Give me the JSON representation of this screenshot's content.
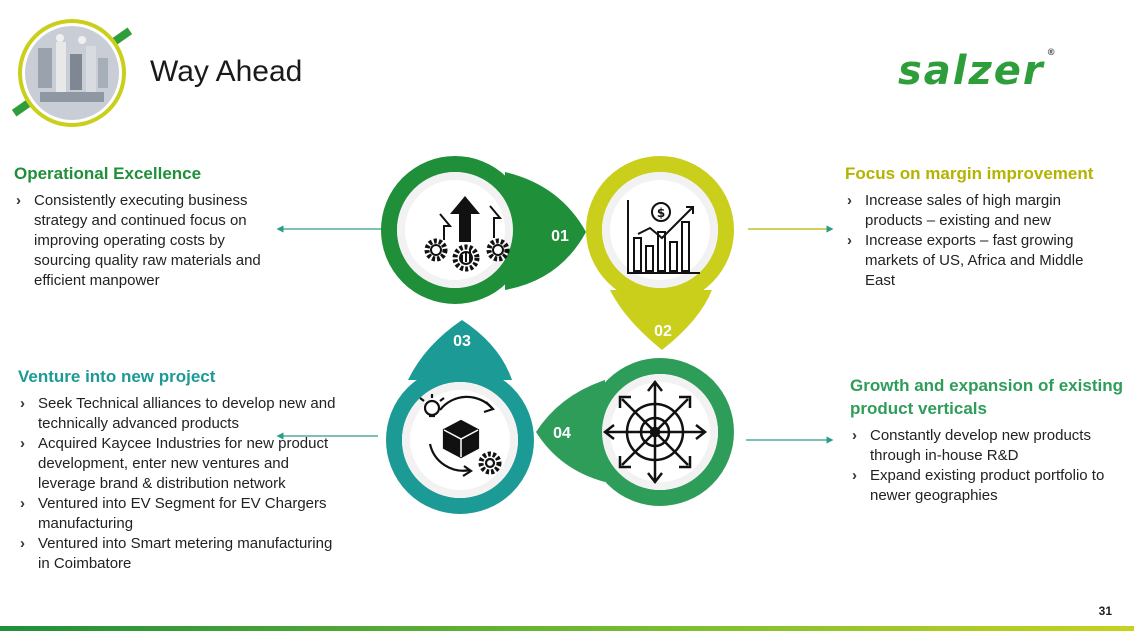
{
  "slide": {
    "title": "Way Ahead",
    "logo_text": "salzer",
    "logo_mark": "®",
    "page_number": "31"
  },
  "colors": {
    "green_dark": "#1f8f3a",
    "yellow": "#c9cf1b",
    "teal": "#1c9a96",
    "green_mid": "#2f9d5a"
  },
  "sections": [
    {
      "number": "01",
      "heading": "Operational Excellence",
      "icon": "gears-growth-icon",
      "bullets": [
        "Consistently executing business strategy and continued focus on improving operating costs by sourcing quality raw materials and efficient manpower"
      ]
    },
    {
      "number": "02",
      "heading": "Focus on margin improvement",
      "icon": "dollar-chart-icon",
      "bullets": [
        "Increase sales of high margin products – existing and new",
        "Increase exports – fast growing markets of US, Africa and Middle East"
      ]
    },
    {
      "number": "03",
      "heading": "Venture into new project",
      "icon": "product-cycle-icon",
      "bullets": [
        "Seek Technical alliances to develop new and technically advanced products",
        "Acquired Kaycee Industries for new product development, enter new ventures and leverage brand & distribution network",
        "Ventured into EV Segment for EV Chargers manufacturing",
        "Ventured into Smart metering manufacturing in Coimbatore"
      ]
    },
    {
      "number": "04",
      "heading": "Growth and expansion of existing product verticals",
      "icon": "expansion-arrows-icon",
      "bullets": [
        "Constantly develop new products through in-house R&D",
        "Expand existing product portfolio to newer geographies"
      ]
    }
  ]
}
